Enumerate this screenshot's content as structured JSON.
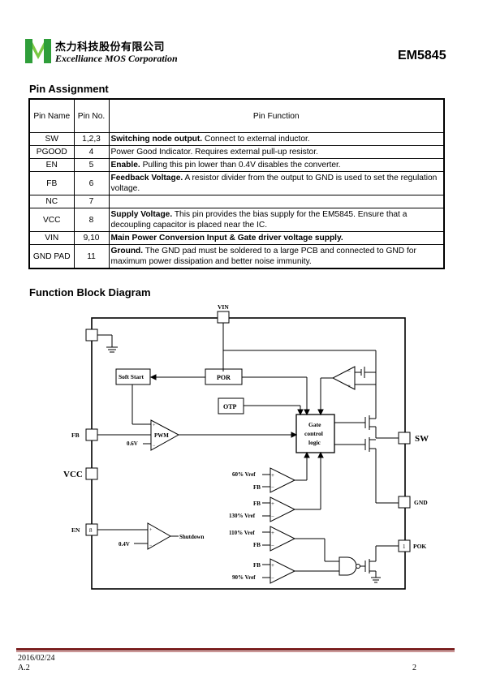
{
  "header": {
    "company_cn": "杰力科技股份有限公司",
    "company_en": "Excelliance MOS Corporation",
    "part_number": "EM5845",
    "logo_colors": [
      "#2f9e3a",
      "#7ac943"
    ]
  },
  "pin_assignment": {
    "title": "Pin Assignment",
    "columns": [
      "Pin Name",
      "Pin No.",
      "Pin Function"
    ],
    "rows": [
      {
        "name": "SW",
        "no": "1,2,3",
        "bold": "Switching node output.",
        "text": " Connect to external inductor."
      },
      {
        "name": "PGOOD",
        "no": "4",
        "bold": "",
        "text": "Power Good Indicator. Requires external pull-up resistor."
      },
      {
        "name": "EN",
        "no": "5",
        "bold": "Enable.",
        "text": " Pulling this pin lower than 0.4V disables the converter."
      },
      {
        "name": "FB",
        "no": "6",
        "bold": "Feedback Voltage.",
        "text": " A resistor divider from the output to GND is used to set the regulation voltage."
      },
      {
        "name": "NC",
        "no": "7",
        "bold": "",
        "text": ""
      },
      {
        "name": "VCC",
        "no": "8",
        "bold": "Supply Voltage.",
        "text": " This pin provides the bias supply for the EM5845. Ensure that a decoupling capacitor is placed near the IC."
      },
      {
        "name": "VIN",
        "no": "9,10",
        "bold": "Main Power Conversion Input & Gate driver voltage supply.",
        "text": ""
      },
      {
        "name": "GND PAD",
        "no": "11",
        "bold": "Ground.",
        "text": " The GND pad must be soldered to a large PCB and connected to GND for maximum power dissipation and better noise immunity."
      }
    ]
  },
  "block_diagram": {
    "title": "Function Block Diagram",
    "labels": {
      "vin": "VIN",
      "soft_start": "Soft Start",
      "por": "POR",
      "otp": "OTP",
      "gate_1": "Gate",
      "gate_2": "control",
      "gate_3": "logic",
      "pwm": "PWM",
      "fb": "FB",
      "v06": "0.6V",
      "vcc": "VCC",
      "sw": "SW",
      "en": "EN",
      "en_pin": "8",
      "v04": "0.4V",
      "shutdown": "Shutdown",
      "gnd": "GND",
      "pok": "POK",
      "pok_pin": "1",
      "ref60": "60% Vref",
      "ref130": "130% Vref",
      "ref110": "110% Vref",
      "ref90": "90% Vref",
      "cmp_fb": "FB"
    }
  },
  "footer": {
    "date": "2016/02/24",
    "rev": "A.2",
    "page": "2",
    "rule_color": "#7a1f1f"
  }
}
